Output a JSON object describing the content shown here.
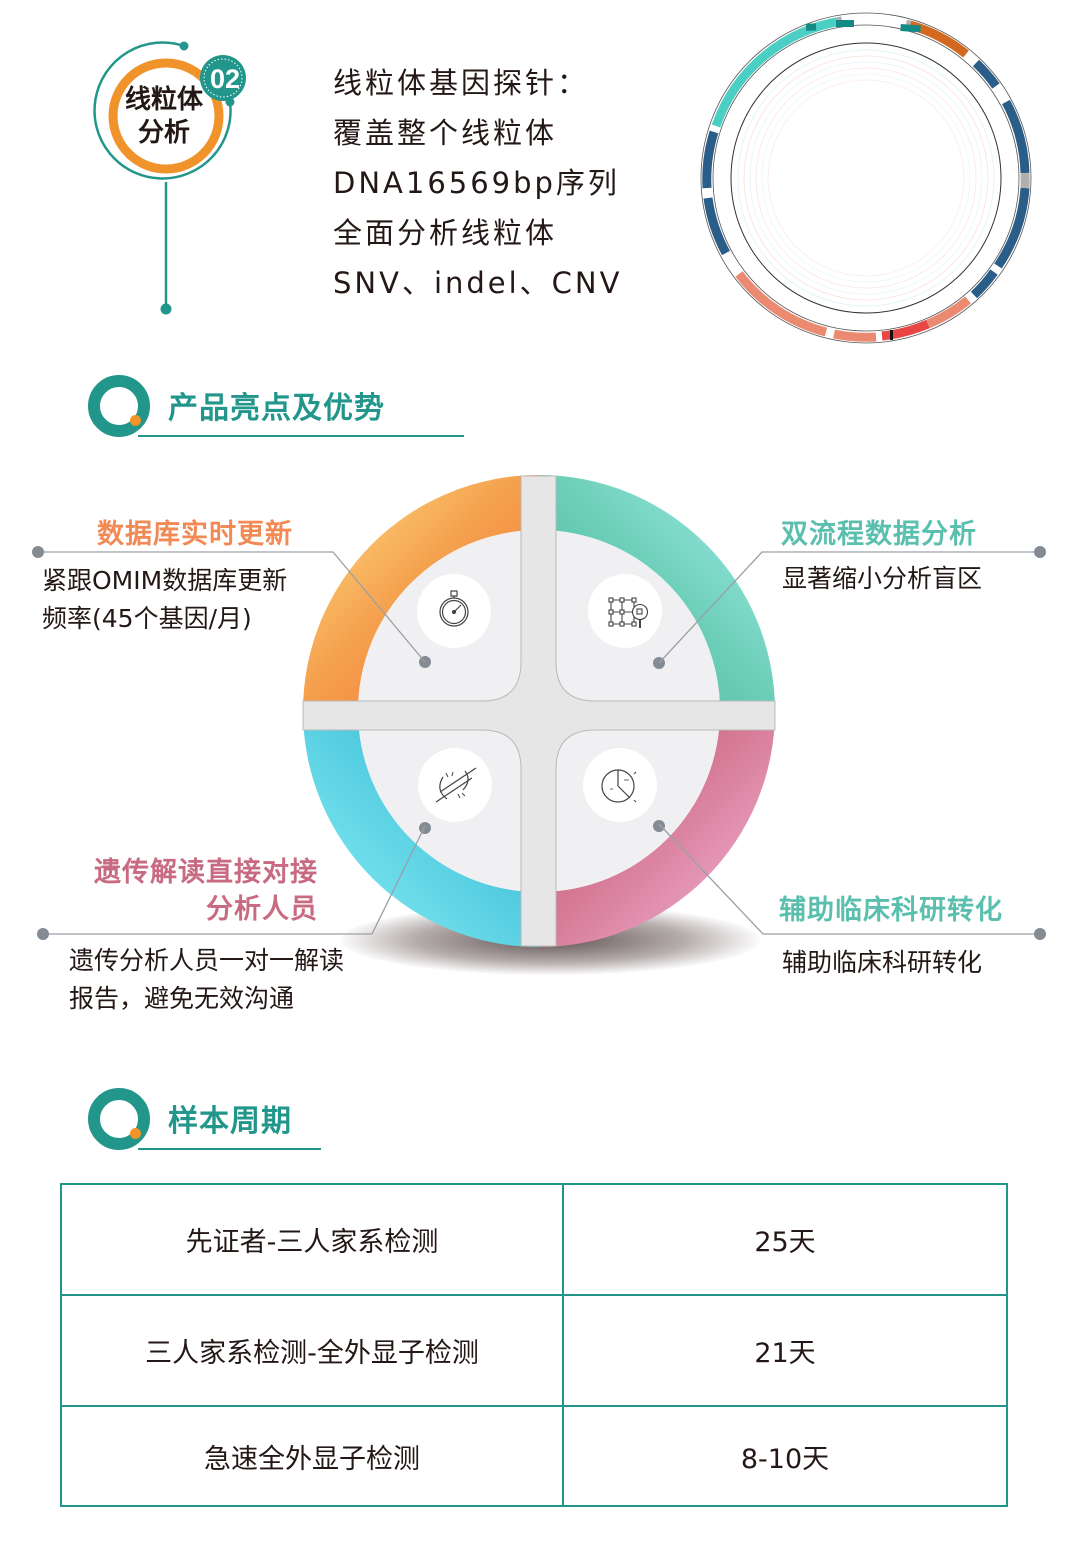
{
  "badge": {
    "title_line1": "线粒体",
    "title_line2": "分析",
    "number": "02",
    "colors": {
      "teal": "#23968b",
      "orange": "#f0932a"
    }
  },
  "intro": {
    "lines": [
      "线粒体基因探针：",
      "覆盖整个线粒体",
      "DNA16569bp序列",
      "全面分析线粒体",
      "SNV、indel、CNV"
    ]
  },
  "mito_map": {
    "icon": "mitochondrial-genome-circos-icon",
    "segment_colors": [
      "#4bcfc4",
      "#2a5d87",
      "#eb8a70",
      "#e84545",
      "#d2691e",
      "#138a84",
      "#b0b0b0"
    ]
  },
  "highlights_section": {
    "title": "产品亮点及优势"
  },
  "highlights": [
    {
      "title": "数据库实时更新",
      "title_color": "#f28a55",
      "desc_lines": [
        "紧跟OMIM数据库更新",
        "频率(45个基因/月)"
      ],
      "icon": "stopwatch-icon",
      "ring_colors": [
        "#fde28a",
        "#f07a3b"
      ]
    },
    {
      "title": "双流程数据分析",
      "title_color": "#5bbfae",
      "desc_lines": [
        "显著缩小分析盲区"
      ],
      "icon": "grid-magnifier-icon",
      "ring_colors": [
        "#a6f0ee",
        "#3fae92"
      ]
    },
    {
      "title_lines": [
        "遗传解读直接对接",
        "分析人员"
      ],
      "title_color": "#c76a82",
      "desc_lines": [
        "遗传分析人员一对一解读",
        "报告，避免无效沟通"
      ],
      "icon": "broken-link-icon",
      "ring_colors": [
        "#8ef0f5",
        "#2aa6c3"
      ]
    },
    {
      "title": "辅助临床科研转化",
      "title_color": "#5bbfae",
      "desc_lines": [
        "辅助临床科研转化"
      ],
      "icon": "pie-chart-icon",
      "ring_colors": [
        "#f7b8dc",
        "#b7485d"
      ]
    }
  ],
  "cycle_section": {
    "title": "样本周期"
  },
  "cycle_table": {
    "rows": [
      {
        "test": "先证者-三人家系检测",
        "duration": "25天"
      },
      {
        "test": "三人家系检测-全外显子检测",
        "duration": "21天"
      },
      {
        "test": "急速全外显子检测",
        "duration": "8-10天"
      }
    ],
    "border_color": "#23968b"
  }
}
